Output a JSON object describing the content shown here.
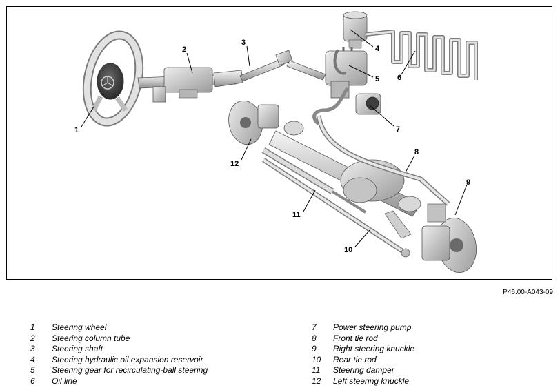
{
  "figure": {
    "reference_code": "P46.00-A043-09",
    "callouts": [
      {
        "num": "1"
      },
      {
        "num": "2"
      },
      {
        "num": "3"
      },
      {
        "num": "4"
      },
      {
        "num": "5"
      },
      {
        "num": "6"
      },
      {
        "num": "7"
      },
      {
        "num": "8"
      },
      {
        "num": "9"
      },
      {
        "num": "10"
      },
      {
        "num": "11"
      },
      {
        "num": "12"
      }
    ]
  },
  "legend": {
    "left": [
      {
        "num": "1",
        "label": "Steering wheel"
      },
      {
        "num": "2",
        "label": "Steering column tube"
      },
      {
        "num": "3",
        "label": "Steering shaft"
      },
      {
        "num": "4",
        "label": "Steering hydraulic oil expansion reservoir"
      },
      {
        "num": "5",
        "label": "Steering gear for recirculating-ball steering"
      },
      {
        "num": "6",
        "label": "Oil line"
      }
    ],
    "right": [
      {
        "num": "7",
        "label": "Power steering pump"
      },
      {
        "num": "8",
        "label": "Front tie rod"
      },
      {
        "num": "9",
        "label": "Right steering knuckle"
      },
      {
        "num": "10",
        "label": "Rear tie rod"
      },
      {
        "num": "11",
        "label": "Steering damper"
      },
      {
        "num": "12",
        "label": "Left steering knuckle"
      }
    ]
  }
}
